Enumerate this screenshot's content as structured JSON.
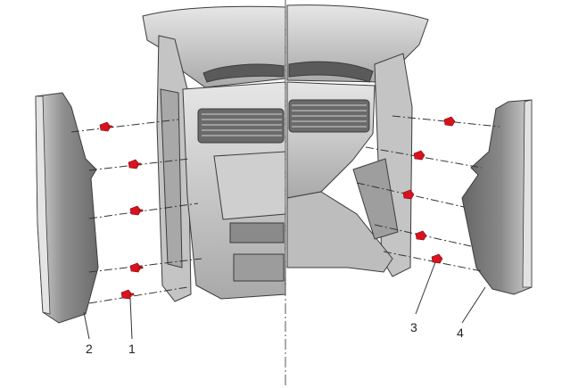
{
  "callouts": [
    {
      "label": "1"
    },
    {
      "label": "2"
    },
    {
      "label": "3"
    },
    {
      "label": "4"
    }
  ],
  "colors": {
    "background": "#ffffff",
    "part": "#b4b4b4",
    "part_dark": "#7c7c7c",
    "part_light": "#dcdcdc",
    "outline": "#3c3c3c",
    "clip": "#d8121f",
    "leader": "#333333"
  },
  "icons": {
    "clip": "red-retaining-clip-icon",
    "cover": "side-trim-cover-icon"
  }
}
